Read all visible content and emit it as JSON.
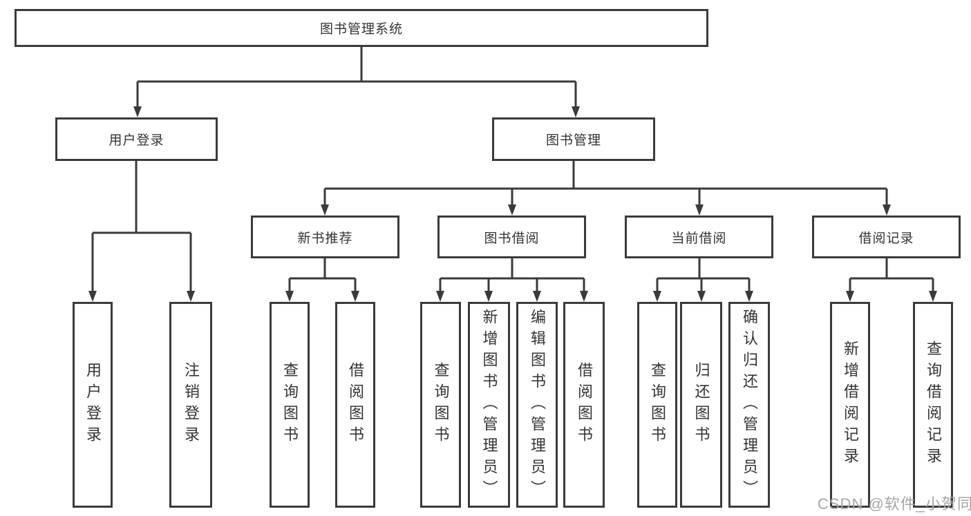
{
  "tree": {
    "root": {
      "label": "图书管理系统",
      "children": [
        {
          "label": "用户登录",
          "children": [
            {
              "label": "用户登录"
            },
            {
              "label": "注销登录"
            }
          ]
        },
        {
          "label": "图书管理",
          "children": [
            {
              "label": "新书推荐",
              "children": [
                {
                  "label": "查询图书"
                },
                {
                  "label": "借阅图书"
                }
              ]
            },
            {
              "label": "图书借阅",
              "children": [
                {
                  "label": "查询图书"
                },
                {
                  "label": "新增图书（管理员）"
                },
                {
                  "label": "编辑图书（管理员）"
                },
                {
                  "label": "借阅图书"
                }
              ]
            },
            {
              "label": "当前借阅",
              "children": [
                {
                  "label": "查询图书"
                },
                {
                  "label": "归还图书"
                },
                {
                  "label": "确认归还（管理员）"
                }
              ]
            },
            {
              "label": "借阅记录",
              "children": [
                {
                  "label": "新增借阅记录"
                },
                {
                  "label": "查询借阅记录"
                }
              ]
            }
          ]
        }
      ]
    }
  },
  "watermark": {
    "text": "CSDN @软件_小贺同学"
  },
  "colors": {
    "line": "#3a3a3a",
    "border": "#3a3a3a",
    "text": "#333333",
    "background": "#ffffff",
    "watermark": "#a6a6a6"
  }
}
